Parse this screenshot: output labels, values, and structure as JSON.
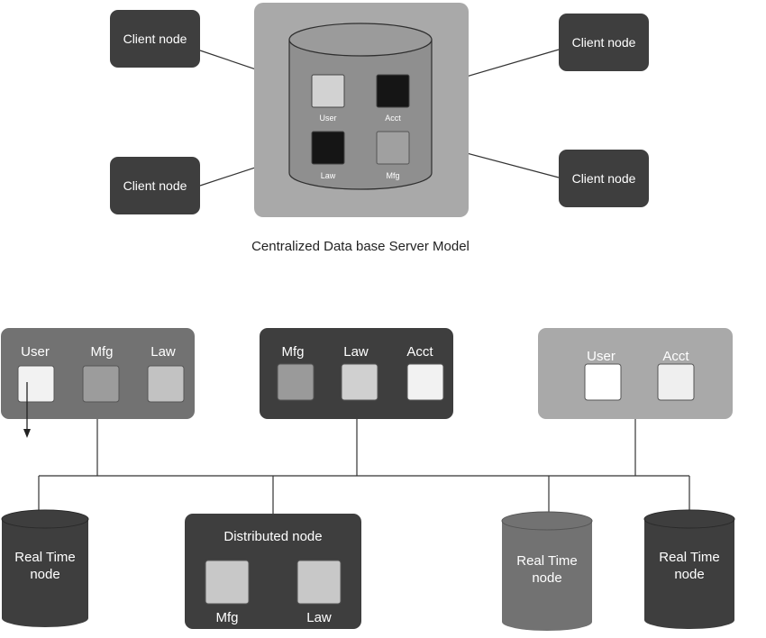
{
  "centralized": {
    "caption": "Centralized Data base Server Model",
    "client_nodes": [
      {
        "label": "Client node"
      },
      {
        "label": "Client node"
      },
      {
        "label": "Client node"
      },
      {
        "label": "Client node"
      }
    ],
    "db_modules": [
      {
        "label": "User",
        "fill": "#d2d2d2"
      },
      {
        "label": "Acct",
        "fill": "#151515"
      },
      {
        "label": "Law",
        "fill": "#151515"
      },
      {
        "label": "Mfg",
        "fill": "#a0a0a0"
      }
    ]
  },
  "distributed": {
    "groups": [
      {
        "style": "medium",
        "modules": [
          {
            "label": "User",
            "fill": "#f2f2f2"
          },
          {
            "label": "Mfg",
            "fill": "#9c9c9c"
          },
          {
            "label": "Law",
            "fill": "#c2c2c2"
          }
        ]
      },
      {
        "style": "dark",
        "modules": [
          {
            "label": "Mfg",
            "fill": "#9a9a9a"
          },
          {
            "label": "Law",
            "fill": "#d0d0d0"
          },
          {
            "label": "Acct",
            "fill": "#f2f2f2"
          }
        ]
      },
      {
        "style": "light",
        "modules": [
          {
            "label": "User",
            "fill": "#ffffff"
          },
          {
            "label": "Acct",
            "fill": "#efefef"
          }
        ]
      }
    ],
    "real_time_nodes": [
      {
        "label_line1": "Real Time",
        "label_line2": "node"
      },
      {
        "label_line1": "Real Time",
        "label_line2": "node"
      },
      {
        "label_line1": "Real Time",
        "label_line2": "node"
      }
    ],
    "distributed_node": {
      "title": "Distributed node",
      "modules": [
        {
          "label": "Mfg",
          "fill": "#c8c8c8"
        },
        {
          "label": "Law",
          "fill": "#c8c8c8"
        }
      ]
    }
  },
  "colors": {
    "dark": "#3e3e3e",
    "medium": "#727272",
    "light": "#a9a9a9",
    "server_bg": "#a9a9a9",
    "cylinder": "#8f8f8f",
    "line": "#333333"
  }
}
